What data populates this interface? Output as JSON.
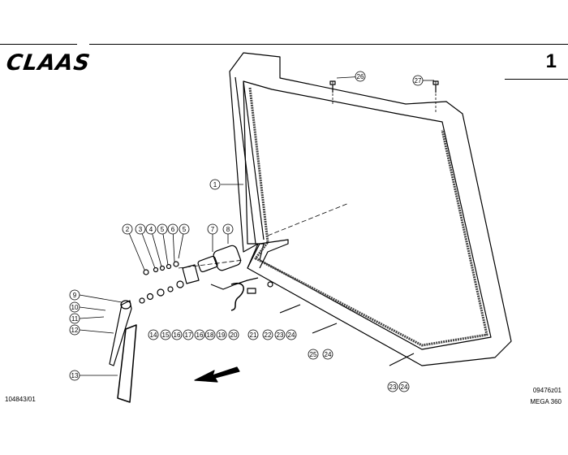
{
  "header": {
    "brand": "CLAAS",
    "page_number": "1"
  },
  "footer": {
    "left_code": "104843/01",
    "right_code": "09476z01",
    "model": "MEGA 360"
  },
  "callouts": [
    "1",
    "2",
    "3",
    "4",
    "5",
    "6",
    "5",
    "7",
    "8",
    "9",
    "10",
    "11",
    "12",
    "13",
    "14",
    "15",
    "16",
    "17",
    "16",
    "18",
    "19",
    "20",
    "21",
    "22",
    "23",
    "24",
    "25",
    "24",
    "23",
    "24",
    "26",
    "27"
  ]
}
